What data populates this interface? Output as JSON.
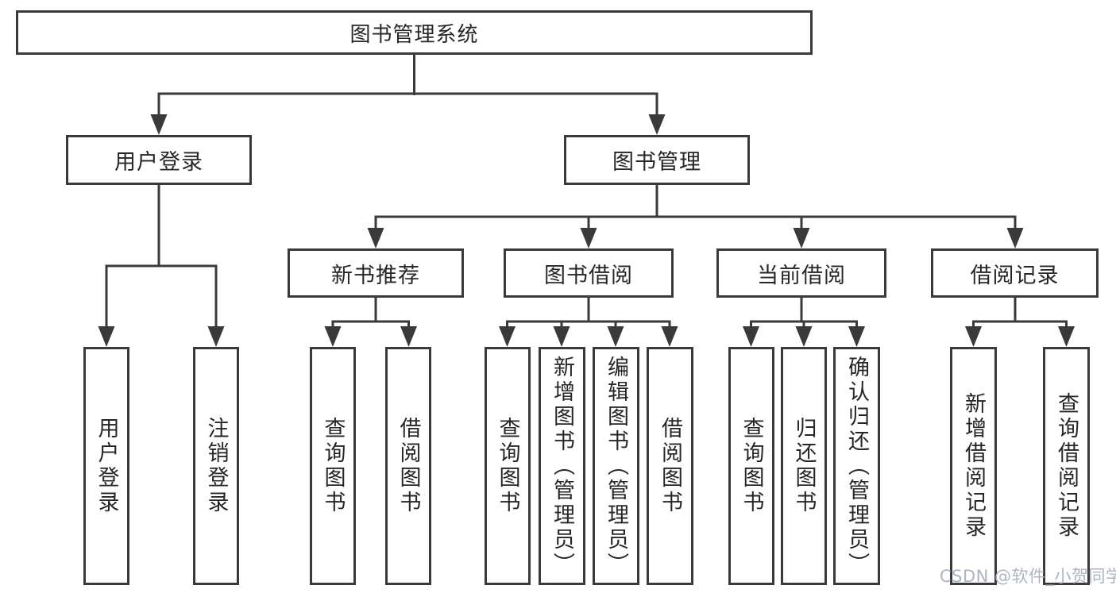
{
  "diagram_title": "图书管理系统",
  "tree": {
    "root": {
      "label": "图书管理系统"
    },
    "children": [
      {
        "label": "用户登录",
        "children": [
          {
            "label": "用户登录"
          },
          {
            "label": "注销登录"
          }
        ]
      },
      {
        "label": "图书管理",
        "children": [
          {
            "label": "新书推荐",
            "children": [
              {
                "label": "查询图书"
              },
              {
                "label": "借阅图书"
              }
            ]
          },
          {
            "label": "图书借阅",
            "children": [
              {
                "label": "查询图书"
              },
              {
                "label": "新增图书（管理员）"
              },
              {
                "label": "编辑图书（管理员）"
              },
              {
                "label": "借阅图书"
              }
            ]
          },
          {
            "label": "当前借阅",
            "children": [
              {
                "label": "查询图书"
              },
              {
                "label": "归还图书"
              },
              {
                "label": "确认归还（管理员）"
              }
            ]
          },
          {
            "label": "借阅记录",
            "children": [
              {
                "label": "新增借阅记录"
              },
              {
                "label": "查询借阅记录"
              }
            ]
          }
        ]
      }
    ]
  },
  "watermark": {
    "text": "CSDN @软件_小贺同学"
  },
  "colors": {
    "line": "#3a3a3a",
    "box_border": "#3a3a3a",
    "text": "#262626",
    "watermark": "#aeb4be",
    "background": "#ffffff"
  }
}
